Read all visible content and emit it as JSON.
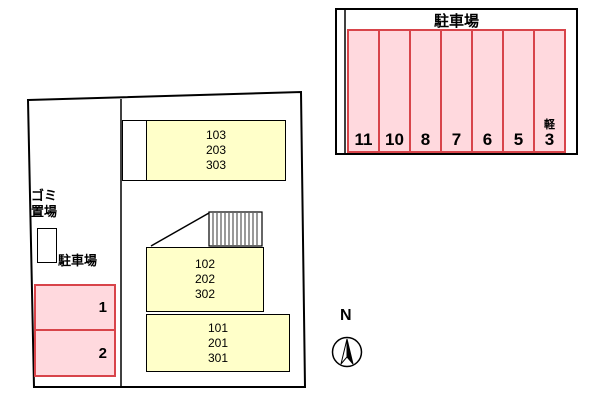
{
  "colors": {
    "room_fill": "#ffffc9",
    "stall_fill": "#ffd9de",
    "stall_border": "#d8444a"
  },
  "parking_lot": {
    "title": "駐車場",
    "stalls": [
      "11",
      "10",
      "8",
      "7",
      "6",
      "5"
    ],
    "kei_stall": {
      "tag": "軽",
      "label": "3"
    }
  },
  "site": {
    "garbage_lines": [
      "ゴミ",
      "置場"
    ],
    "parking_label": "駐車場",
    "rooms": [
      {
        "lines": [
          "103",
          "203",
          "303"
        ]
      },
      {
        "lines": [
          "102",
          "202",
          "302"
        ]
      },
      {
        "lines": [
          "101",
          "201",
          "301"
        ]
      }
    ],
    "stalls": [
      "1",
      "2"
    ]
  },
  "compass": {
    "label": "N"
  }
}
